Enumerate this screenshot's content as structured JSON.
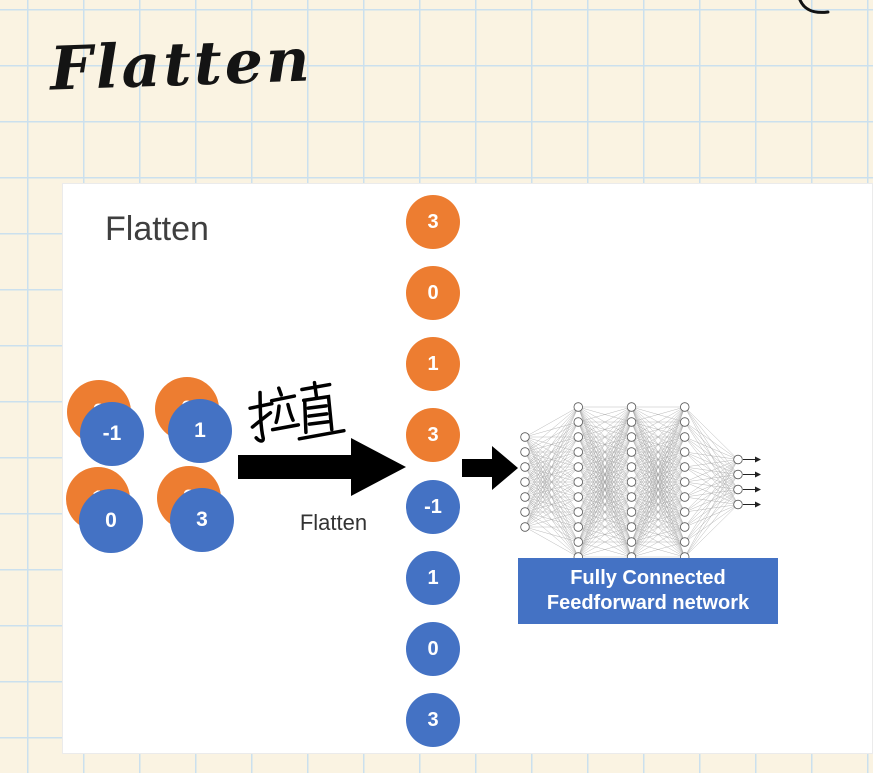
{
  "note": {
    "title": "Flatten"
  },
  "slide": {
    "heading": "Flatten",
    "handwritten_annotation": "拉直",
    "arrow_caption": "Flatten",
    "feature_map_pairs": [
      {
        "front": "-1",
        "back": "3"
      },
      {
        "front": "1",
        "back": "0"
      },
      {
        "front": "0",
        "back": "1"
      },
      {
        "front": "3",
        "back": "3"
      }
    ],
    "flattened_vector": [
      {
        "value": "3",
        "color": "orange"
      },
      {
        "value": "0",
        "color": "orange"
      },
      {
        "value": "1",
        "color": "orange"
      },
      {
        "value": "3",
        "color": "orange"
      },
      {
        "value": "-1",
        "color": "blue"
      },
      {
        "value": "1",
        "color": "blue"
      },
      {
        "value": "0",
        "color": "blue"
      },
      {
        "value": "3",
        "color": "blue"
      }
    ],
    "network": {
      "layers": [
        7,
        11,
        11,
        11,
        4
      ]
    },
    "caption_box": {
      "line1": "Fully Connected",
      "line2": "Feedforward network"
    }
  },
  "colors": {
    "orange": "#ED7D31",
    "blue": "#4472C4",
    "caption_box": "#4472C4",
    "paper": "#FAF3E2",
    "grid": "#CBE0EE",
    "arrow": "#000000"
  }
}
